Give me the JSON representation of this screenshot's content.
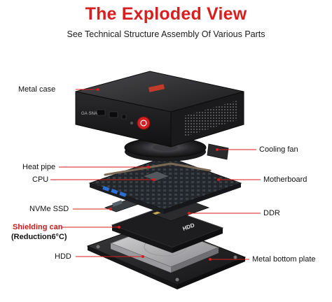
{
  "header": {
    "title": "The Exploded View",
    "subtitle": "See Technical Structure Assembly Of Various Parts"
  },
  "labels": {
    "metal_case": "Metal case",
    "cooling_fan": "Cooling fan",
    "heat_pipe": "Heat pipe",
    "cpu": "CPU",
    "motherboard": "Motherboard",
    "nvme_ssd": "NVMe SSD",
    "ddr": "DDR",
    "shielding_can": "Shielding can",
    "reduction": "(Reduction6°C)",
    "hdd": "HDD",
    "metal_bottom_plate": "Metal bottom plate"
  },
  "device": {
    "case_marking": "GA·SNA",
    "hdd_marking": "HDD"
  },
  "colors": {
    "accent": "#d81e1e",
    "leader": "#d81e1e",
    "case": "#1c1c1e",
    "board": "#2a2d30",
    "plate": "#1e1e20",
    "usb_blue": "#2a6fd6"
  }
}
